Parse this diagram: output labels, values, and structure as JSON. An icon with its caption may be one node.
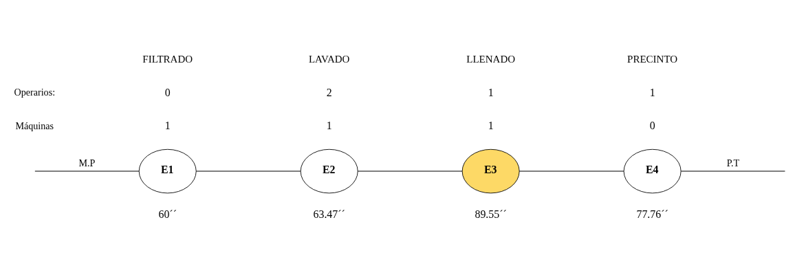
{
  "diagram": {
    "nodes": [
      {
        "text": [
          "E1"
        ],
        "beside": [
          "FILTRADO",
          "0",
          "1",
          "60´´"
        ]
      },
      {
        "text": [
          "E2"
        ],
        "beside": [
          "LAVADO",
          "2",
          "1",
          "63.47´´"
        ]
      },
      {
        "text": [
          "E3"
        ],
        "beside": [
          "LLENADO",
          "1",
          "1",
          "89.55´´"
        ]
      },
      {
        "text": [
          "E4"
        ],
        "beside": [
          "PRECINTO",
          "1",
          "0",
          "77.76´´"
        ]
      }
    ],
    "edges": [
      {
        "from": null,
        "to": 0,
        "arrow": "none",
        "label": "M.P"
      },
      {
        "from": 0,
        "to": 1,
        "arrow": "none"
      },
      {
        "from": 1,
        "to": 2,
        "arrow": "none"
      },
      {
        "from": 2,
        "to": 3,
        "arrow": "none"
      },
      {
        "from": 3,
        "to": null,
        "arrow": "none",
        "label": "P.T"
      }
    ],
    "labels": [
      "Operarios:",
      "Máquinas"
    ]
  }
}
